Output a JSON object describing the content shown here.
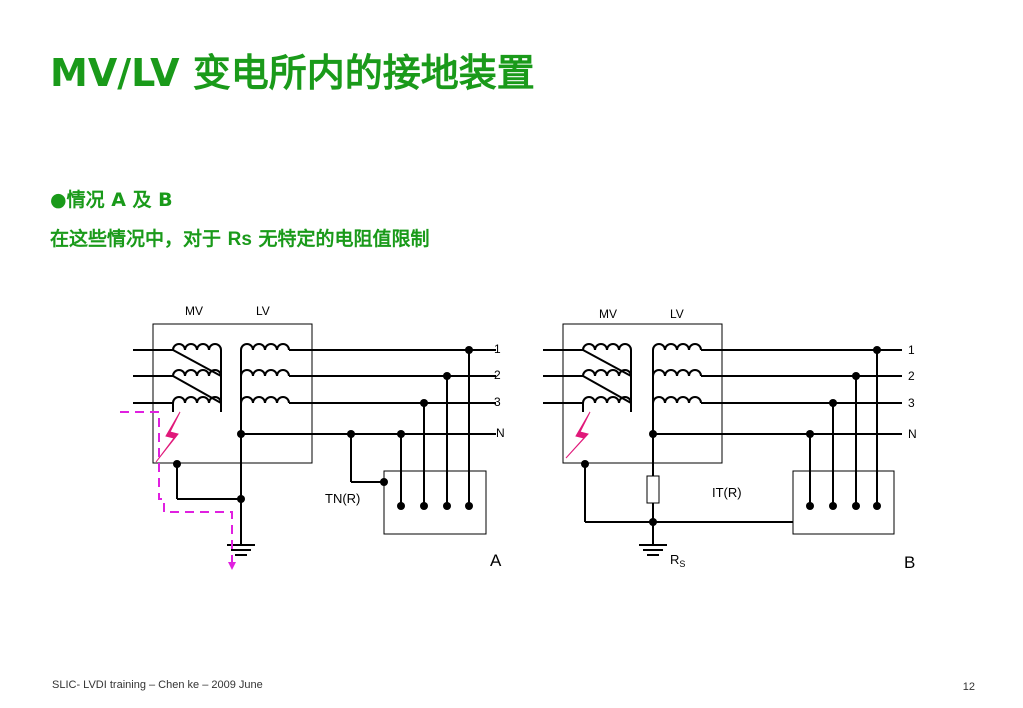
{
  "slide": {
    "title": "MV/LV 变电所内的接地装置",
    "bullet_marker": "●",
    "bullet_text": "情况 A 及 B",
    "line2_prefix": "在这些情况中，对于 ",
    "line2_rs": "Rs",
    "line2_suffix": " 无特定的电阻值限制",
    "footer": "SLIC- LVDI training – Chen ke – 2009 June",
    "page_number": "12"
  },
  "diagram_a": {
    "mv_label": "MV",
    "lv_label": "LV",
    "line_labels": [
      "1",
      "2",
      "3",
      "N"
    ],
    "system_label": "TN(R)",
    "case_label": "A"
  },
  "diagram_b": {
    "mv_label": "MV",
    "lv_label": "LV",
    "line_labels": [
      "1",
      "2",
      "3",
      "N"
    ],
    "system_label": "IT(R)",
    "resistor_label": "R",
    "resistor_subscript": "S",
    "case_label": "B"
  },
  "colors": {
    "title_green": "#1a9a1a",
    "fault_magenta": "#e0197a",
    "fault_path_magenta": "#e020e0"
  }
}
